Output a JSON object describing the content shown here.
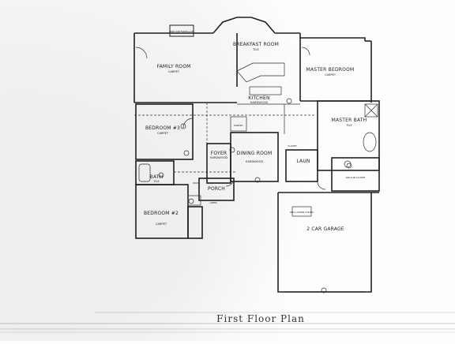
{
  "plan": {
    "title": "First Floor Plan",
    "rooms": {
      "family_room": {
        "name": "FAMILY ROOM",
        "floor": "CARPET"
      },
      "breakfast_room": {
        "name": "BREAKFAST ROOM",
        "floor": "TILE"
      },
      "master_bedroom": {
        "name": "MASTER BEDROOM",
        "floor": "CARPET"
      },
      "kitchen": {
        "name": "KITCHEN",
        "floor": "HARDWOOD"
      },
      "bedroom3": {
        "name": "BEDROOM #3",
        "floor": "CARPET"
      },
      "master_bath": {
        "name": "MASTER BATH",
        "floor": "TILE"
      },
      "foyer": {
        "name": "FOYER",
        "floor": "HARDWOOD"
      },
      "dining_room": {
        "name": "DINING ROOM",
        "floor": "HARDWOOD"
      },
      "laun": {
        "name": "LAUN",
        "floor": ""
      },
      "bath": {
        "name": "BATH",
        "floor": "TILE"
      },
      "porch": {
        "name": "PORCH",
        "floor": ""
      },
      "bedroom2": {
        "name": "BEDROOM #2",
        "floor": "CARPET"
      },
      "garage": {
        "name": "2 CAR GARAGE",
        "floor": ""
      }
    },
    "labels": {
      "fireplace": "PRE-FAB FIREPLACE",
      "pantry": "PANTRY",
      "closet": "CLOSET",
      "linen": "LINEN",
      "walk_in_closet": "WALK-IN CLOSET",
      "pull_down_stairs": "PULL DOWN STAIRS"
    }
  }
}
